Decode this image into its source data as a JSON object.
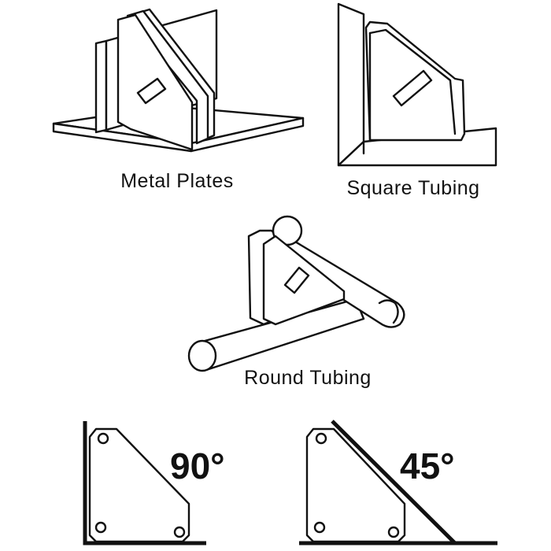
{
  "labels": {
    "metal_plates": "Metal  Plates",
    "square_tubing": "Square Tubing",
    "round_tubing": "Round Tubing",
    "angle_90": "90°",
    "angle_45": "45°"
  },
  "colors": {
    "line": "#111111",
    "background": "#ffffff"
  }
}
